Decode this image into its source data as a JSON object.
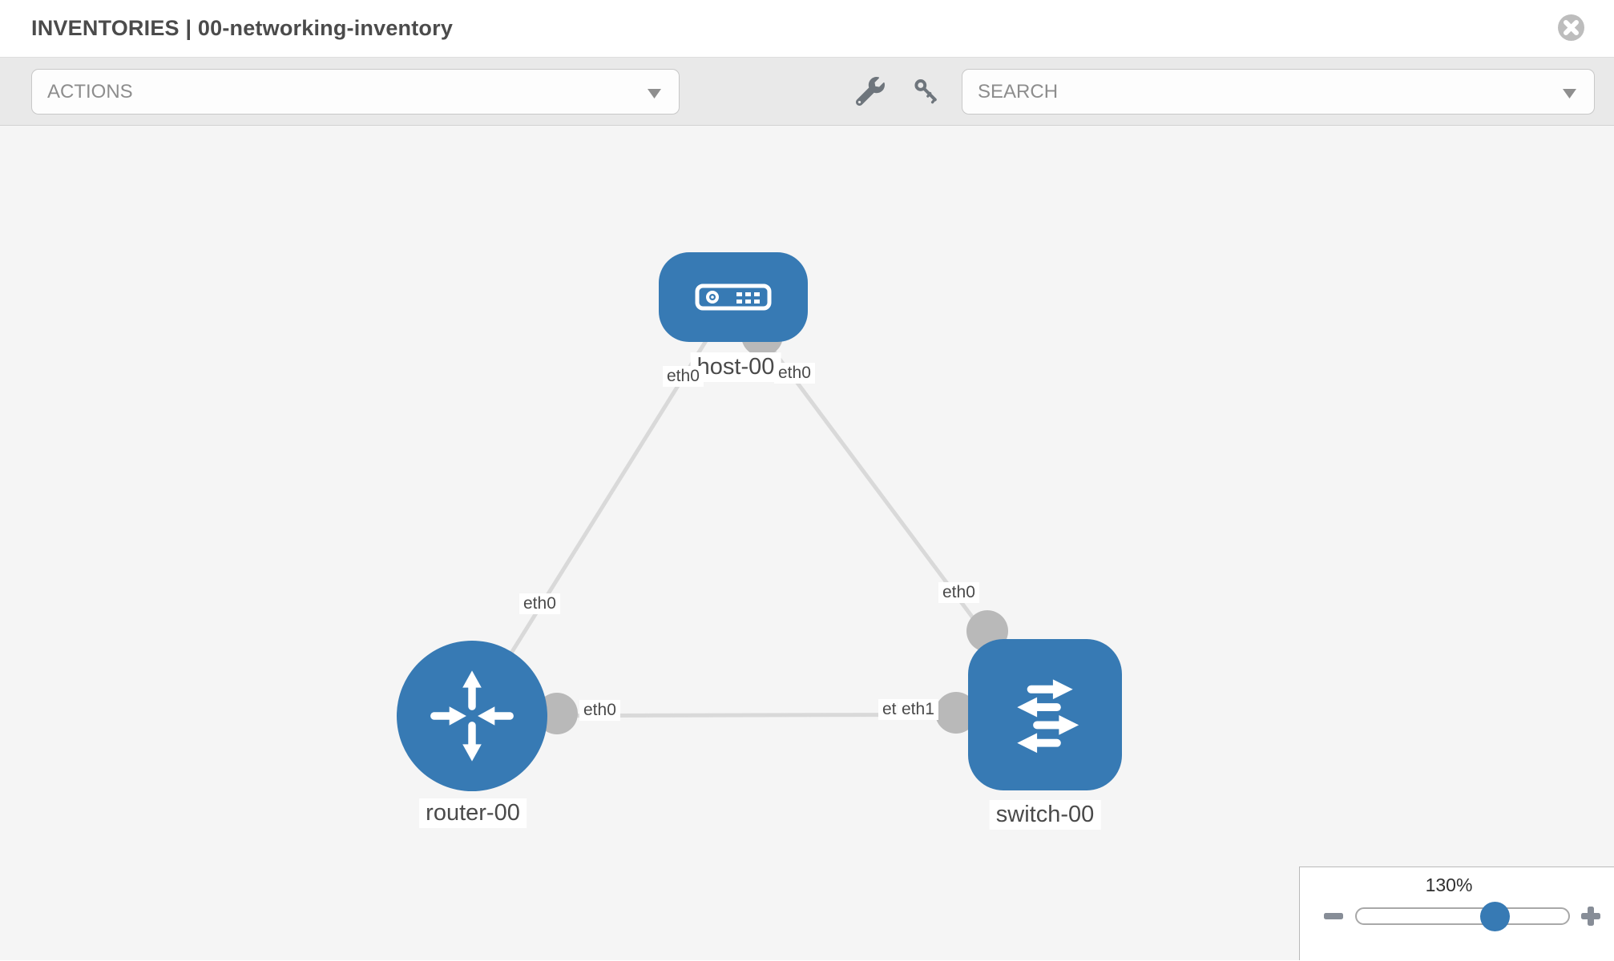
{
  "header": {
    "title": "INVENTORIES | 00-networking-inventory"
  },
  "toolbar": {
    "actions_label": "ACTIONS",
    "search_label": "SEARCH",
    "icons": [
      "wrench-icon",
      "key-icon"
    ]
  },
  "topology": {
    "nodes": {
      "host": {
        "label": "host-00",
        "type": "host"
      },
      "router": {
        "label": "router-00",
        "type": "router"
      },
      "switch": {
        "label": "switch-00",
        "type": "switch"
      }
    },
    "interfaces": {
      "host_left": "eth0",
      "host_right": "eth0",
      "router_top": "eth0",
      "router_right": "eth0",
      "switch_top": "eth0",
      "switch_left_back": "eth0",
      "switch_left_front": "eth1"
    },
    "links": [
      {
        "from": "host-00",
        "to": "router-00"
      },
      {
        "from": "host-00",
        "to": "switch-00"
      },
      {
        "from": "router-00",
        "to": "switch-00"
      }
    ]
  },
  "zoom": {
    "level": "130%"
  },
  "colors": {
    "node_blue": "#377ab4",
    "link_gray": "#d9d9d9",
    "interface_dot_gray": "#b9b9b9",
    "toolbar_bg": "#e9e9e9",
    "canvas_bg": "#f5f5f5",
    "icon_gray": "#6e757c",
    "slider_thumb_blue": "#377ab4"
  }
}
